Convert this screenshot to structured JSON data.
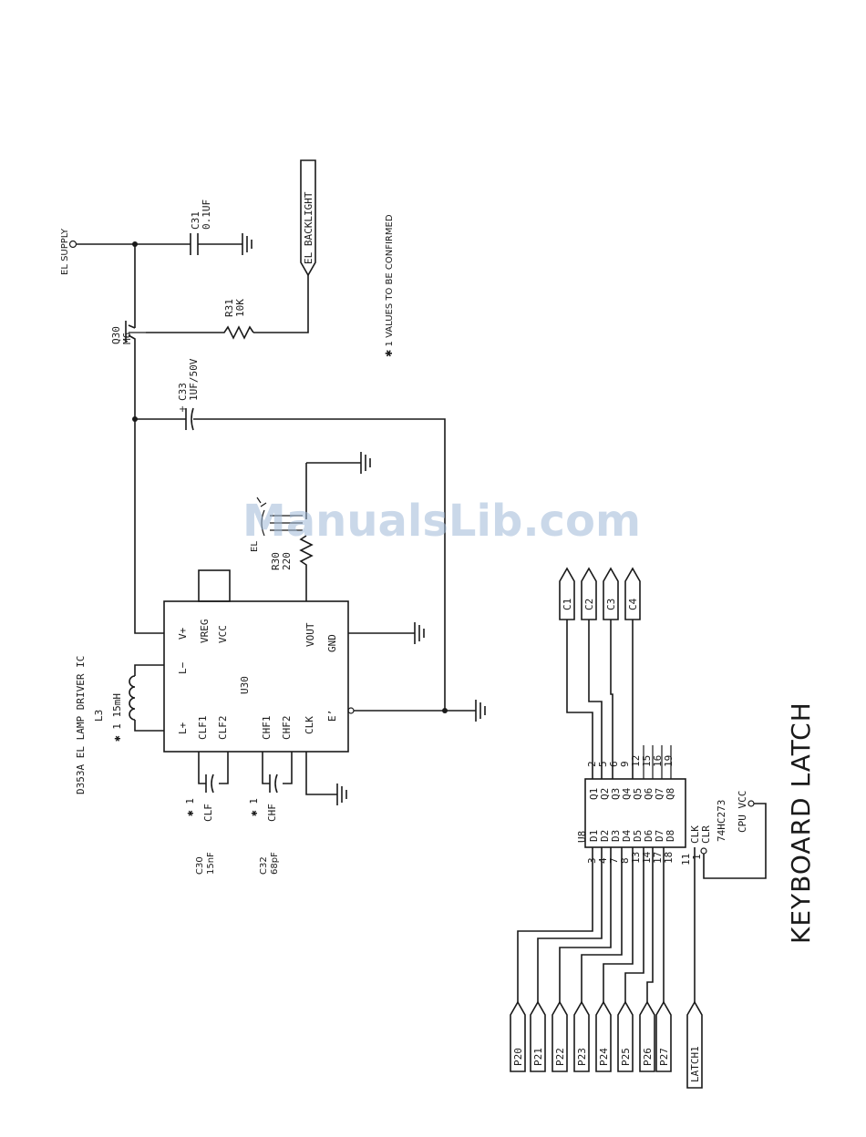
{
  "title": "KEYBOARD LATCH",
  "watermark": "ManualsLib.com",
  "note": "✱ 1  VALUES TO BE CONFIRMED",
  "el_section": {
    "supply": "EL SUPPLY",
    "backlight": "EL BACKLIGHT",
    "c31": {
      "ref": "C31",
      "value": "0.1UF"
    },
    "r31": {
      "ref": "R31",
      "value": "10K"
    },
    "q30": {
      "ref": "Q30",
      "value": "M6"
    },
    "c33": {
      "ref": "C33",
      "value": "1UF/50V"
    },
    "r30": {
      "ref": "R30",
      "value": "220"
    },
    "el_lamp": "EL",
    "l3": {
      "ref": "L3",
      "value": "✱ 1 15mH"
    },
    "ic_title": "D353A EL LAMP DRIVER IC",
    "ic_ref": "U30",
    "ic_pins": {
      "l_minus": "L−",
      "v_plus": "V+",
      "vreg": "VREG",
      "vcc": "VCC",
      "l_plus": "L+",
      "clf1": "CLF1",
      "clf2": "CLF2",
      "chf1": "CHF1",
      "chf2": "CHF2",
      "clk": "CLK",
      "vout": "VOUT",
      "gnd": "GND",
      "e": "E’"
    },
    "clf_cap": {
      "mark": "✱ 1",
      "label": "CLF",
      "ref": "C30",
      "value": "15nF"
    },
    "chf_cap": {
      "mark": "✱ 1",
      "label": "CHF",
      "ref": "C32",
      "value": "68pF"
    }
  },
  "latch": {
    "ic_ref": "U8",
    "part": "74HC273",
    "cpu_vcc": "CPU VCC",
    "outputs": [
      "C1",
      "C2",
      "C3",
      "C4"
    ],
    "q_labels": [
      "Q1",
      "Q2",
      "Q3",
      "Q4",
      "Q5",
      "Q6",
      "Q7",
      "Q8"
    ],
    "q_pins": [
      "2",
      "5",
      "6",
      "9",
      "12",
      "15",
      "16",
      "19"
    ],
    "d_labels": [
      "D1",
      "D2",
      "D3",
      "D4",
      "D5",
      "D6",
      "D7",
      "D8"
    ],
    "d_pins": [
      "3",
      "4",
      "7",
      "8",
      "13",
      "14",
      "17",
      "18"
    ],
    "clk_label": "CLK",
    "clr_label": "CLR",
    "clk_pin": "11",
    "clr_pin": "1",
    "inputs": [
      "P20",
      "P21",
      "P22",
      "P23",
      "P24",
      "P25",
      "P26",
      "P27",
      "LATCH1"
    ]
  }
}
